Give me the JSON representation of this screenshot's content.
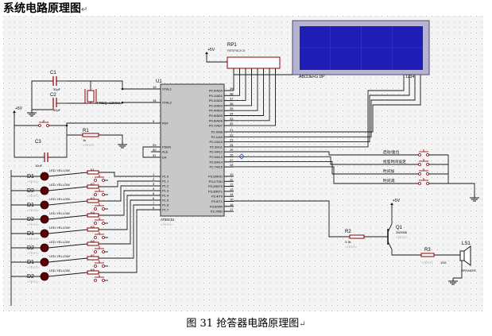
{
  "heading": {
    "text": "系统电路原理图",
    "para_mark": "↵"
  },
  "caption": {
    "text": "图 31 抢答器电路原理图",
    "para_mark": "↵"
  },
  "colors": {
    "wire": "#1a1a1a",
    "component": "#8b0000",
    "chip_fill": "#c8c8c8",
    "lcd_fill": "#1e1eb4",
    "lcd_frame": "#b4b4d2",
    "led": "#5a0000",
    "grid": "#b9b9b9",
    "label_grey": "#999999"
  },
  "schematic": {
    "u1": {
      "ref": "U1",
      "part": "AT89C51",
      "placeholder": "<TEXT>",
      "left_pins": [
        {
          "num": "19",
          "name": "XTAL1"
        },
        {
          "num": "18",
          "name": "XTAL2"
        },
        {
          "num": "9",
          "name": "RST"
        },
        {
          "num": "29",
          "name": "PSEN"
        },
        {
          "num": "30",
          "name": "ALE"
        },
        {
          "num": "31",
          "name": "EA"
        },
        {
          "num": "1",
          "name": "P1.0"
        },
        {
          "num": "2",
          "name": "P1.1"
        },
        {
          "num": "3",
          "name": "P1.2"
        },
        {
          "num": "4",
          "name": "P1.3"
        },
        {
          "num": "5",
          "name": "P1.4"
        },
        {
          "num": "6",
          "name": "P1.5"
        },
        {
          "num": "7",
          "name": "P1.6"
        },
        {
          "num": "8",
          "name": "P1.7"
        }
      ],
      "right_pins_p0": [
        {
          "num": "39",
          "name": "P0.0/AD0"
        },
        {
          "num": "38",
          "name": "P0.1/AD1"
        },
        {
          "num": "37",
          "name": "P0.2/AD2"
        },
        {
          "num": "36",
          "name": "P0.3/AD3"
        },
        {
          "num": "35",
          "name": "P0.4/AD4"
        },
        {
          "num": "34",
          "name": "P0.5/AD5"
        },
        {
          "num": "33",
          "name": "P0.6/AD6"
        },
        {
          "num": "32",
          "name": "P0.7/AD7"
        }
      ],
      "right_pins_p2": [
        {
          "num": "21",
          "name": "P2.0/A8"
        },
        {
          "num": "22",
          "name": "P2.1/A9"
        },
        {
          "num": "23",
          "name": "P2.2/A10"
        },
        {
          "num": "24",
          "name": "P2.3/A11"
        },
        {
          "num": "25",
          "name": "P2.4/A12"
        },
        {
          "num": "26",
          "name": "P2.5/A13"
        },
        {
          "num": "27",
          "name": "P2.6/A14"
        },
        {
          "num": "28",
          "name": "P2.7/A15"
        }
      ],
      "right_pins_p3": [
        {
          "num": "10",
          "name": "P3.0/RXD"
        },
        {
          "num": "11",
          "name": "P3.1/TXD"
        },
        {
          "num": "12",
          "name": "P3.2/INT0"
        },
        {
          "num": "13",
          "name": "P3.3/INT1"
        },
        {
          "num": "14",
          "name": "P3.4/T0"
        },
        {
          "num": "15",
          "name": "P3.5/T1"
        },
        {
          "num": "16",
          "name": "P3.6/WR"
        },
        {
          "num": "17",
          "name": "P3.7/RD"
        }
      ]
    },
    "rp1": {
      "ref": "RP1",
      "part": "RESPACK-8"
    },
    "lcd": {
      "pin_labels": "ABCDEFG DP",
      "digits_label": "1234"
    },
    "crystal": {
      "label": "FREQ=12MHz"
    },
    "c1": {
      "ref": "C1",
      "value": "30pF"
    },
    "c2": {
      "ref": "C2",
      "value": "30pF"
    },
    "c3": {
      "ref": "C3",
      "value": "10uF"
    },
    "r1": {
      "ref": "R1",
      "value": "1k",
      "placeholder": "<TEXT>"
    },
    "r2": {
      "ref": "R2",
      "value": "3.3k",
      "placeholder": "<TEXT>"
    },
    "r3": {
      "ref": "R3",
      "value": "10Ω",
      "placeholder": "<TEXT>"
    },
    "q1": {
      "ref": "Q1",
      "part": "2N3906",
      "placeholder": "<TEXT>"
    },
    "ls1": {
      "ref": "LS1",
      "part": "SPEAKER"
    },
    "vcc": "+5V",
    "leds": [
      {
        "ref": "D1",
        "part": "LED-YELLOW",
        "key": "K1",
        "placeholder": "<TEXT>"
      },
      {
        "ref": "D2",
        "part": "LED-YELLOW",
        "key": "K2",
        "placeholder": "<TEXT>"
      },
      {
        "ref": "D1",
        "part": "LED-YELLOW",
        "key": "K3",
        "placeholder": "<TEXT>"
      },
      {
        "ref": "D2",
        "part": "LED-YELLOW",
        "key": "K4",
        "placeholder": "<TEXT>"
      },
      {
        "ref": "D1",
        "part": "LED-YELLOW",
        "key": "K5",
        "placeholder": "<TEXT>"
      },
      {
        "ref": "D2",
        "part": "LED-YELLOW",
        "key": "K6",
        "placeholder": "<TEXT>"
      },
      {
        "ref": "D1",
        "part": "LED-YELLOW",
        "key": "K7",
        "placeholder": "<TEXT>"
      },
      {
        "ref": "D2",
        "part": "LED-YELLOW",
        "key": "K8",
        "placeholder": "<TEXT>"
      }
    ],
    "control_buttons": [
      {
        "label": "启动/复位"
      },
      {
        "label": "抢答时间设定"
      },
      {
        "label": "时间加"
      },
      {
        "label": "时间减"
      }
    ]
  }
}
